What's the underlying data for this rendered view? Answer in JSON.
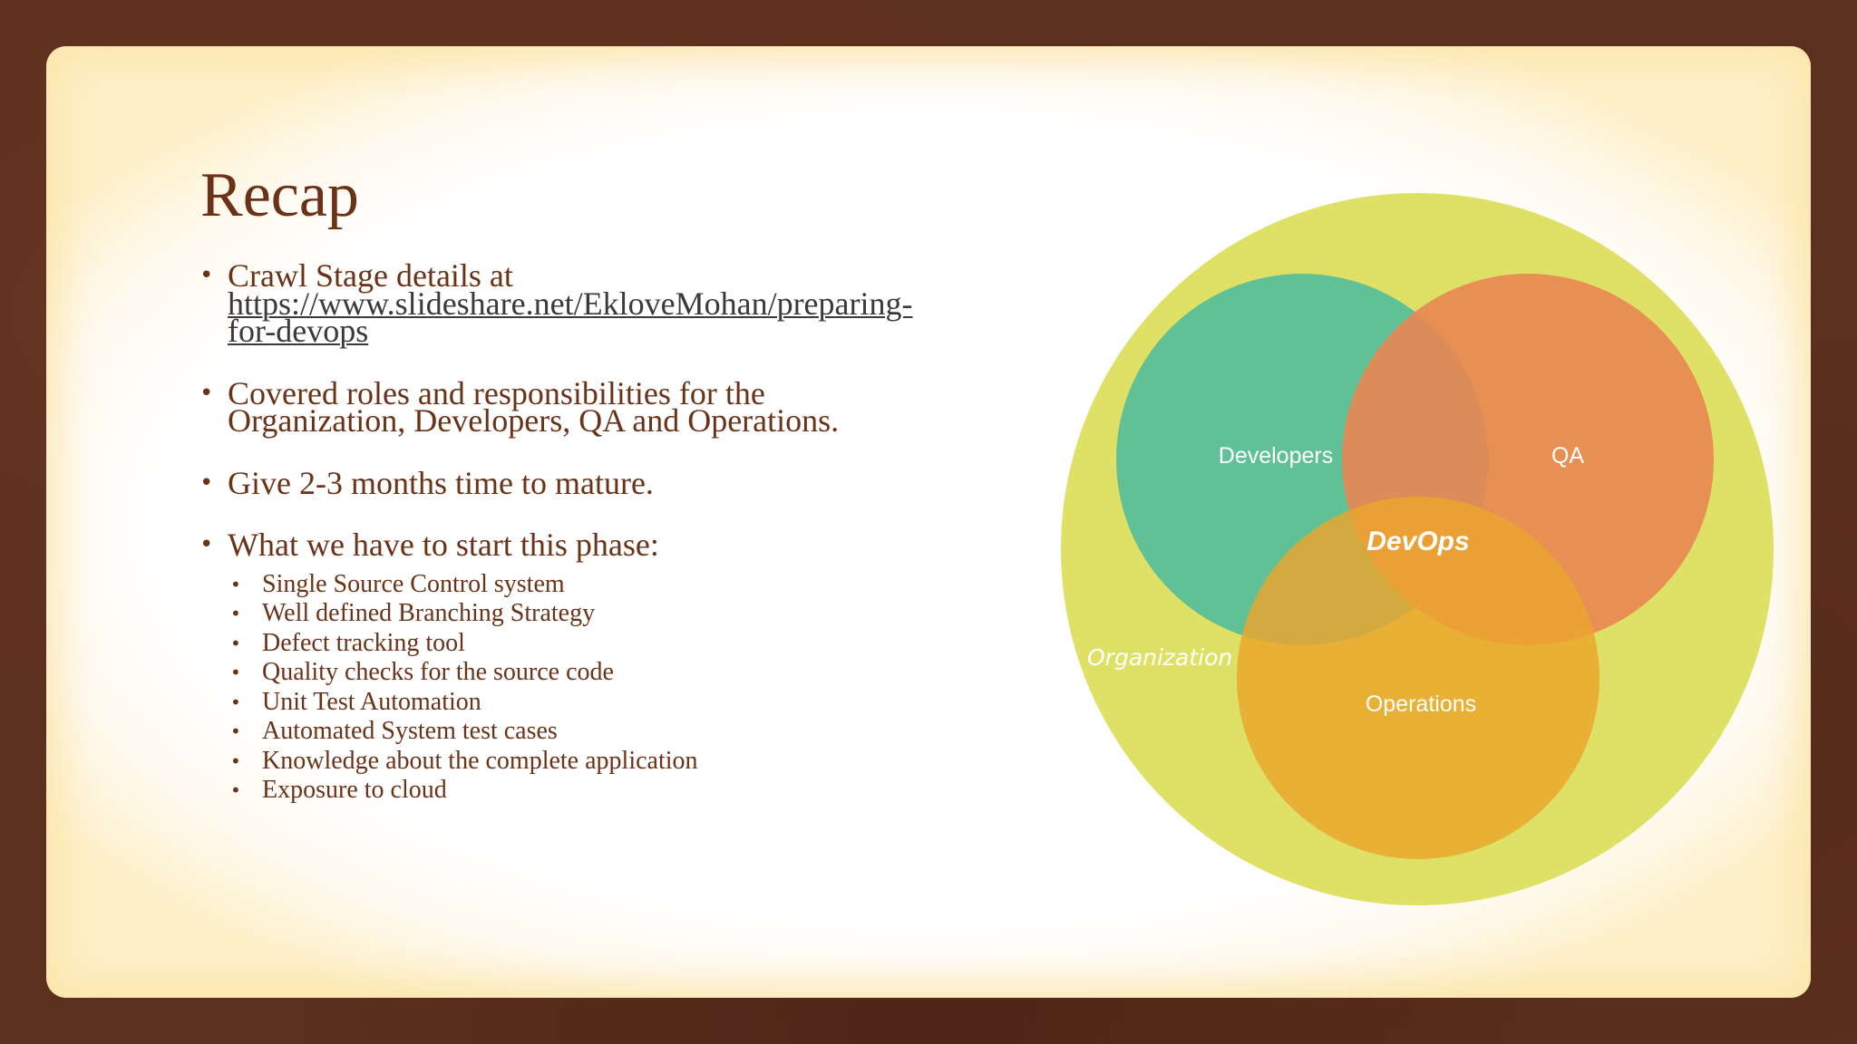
{
  "slide": {
    "title": "Recap",
    "bullets": [
      {
        "text": "Crawl Stage details at",
        "link": "https://www.slideshare.net/EkloveMohan/preparing-for-devops"
      },
      {
        "text": "Covered roles and responsibilities for the Organization, Developers, QA and Operations."
      },
      {
        "text": "Give 2-3 months time to mature."
      },
      {
        "text": "What we have to start this phase:",
        "sub_items": [
          "Single Source Control system",
          "Well defined Branching Strategy",
          "Defect tracking tool",
          "Quality checks for the source code",
          "Unit Test Automation",
          "Automated System test cases",
          "Knowledge about the complete application",
          "Exposure to cloud"
        ]
      }
    ]
  },
  "diagram": {
    "labels": {
      "organization": "Organization",
      "developers": "Developers",
      "qa": "QA",
      "operations": "Operations",
      "devops": "DevOps"
    },
    "colors": {
      "organization": "#dfe066",
      "developers": "#5fc195",
      "qa": "#e98652",
      "operations": "#eba52c",
      "label": "#ffffff",
      "title": "#6a3318"
    }
  }
}
